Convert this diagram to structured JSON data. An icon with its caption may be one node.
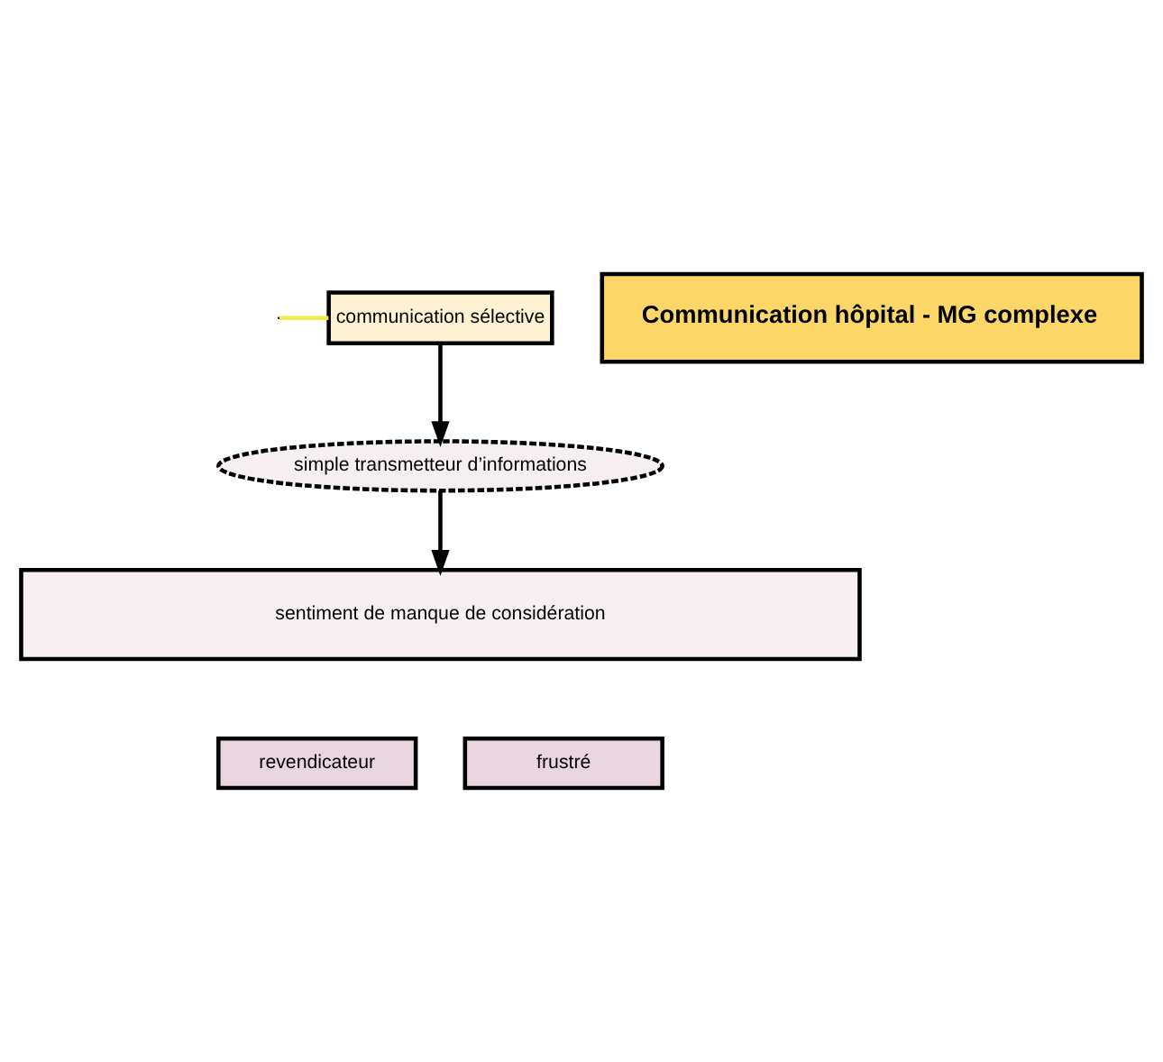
{
  "diagram": {
    "nodes": [
      {
        "text": [
          "Communication hôpital - MG complexe"
        ]
      },
      {
        "text": [
          "communication sélective"
        ]
      },
      {
        "text": [
          "simple transmetteur d’informations"
        ]
      },
      {
        "text": [
          "sentiment de manque de considération"
        ]
      },
      {
        "text": [
          "revendicateur"
        ]
      },
      {
        "text": [
          "frustré"
        ]
      }
    ],
    "edges": [
      {
        "from": null,
        "to": 1,
        "arrow": "none",
        "color": "#f5e94a"
      },
      {
        "from": 1,
        "to": 2,
        "arrow": "to"
      },
      {
        "from": 2,
        "to": 3,
        "arrow": "to"
      }
    ]
  }
}
